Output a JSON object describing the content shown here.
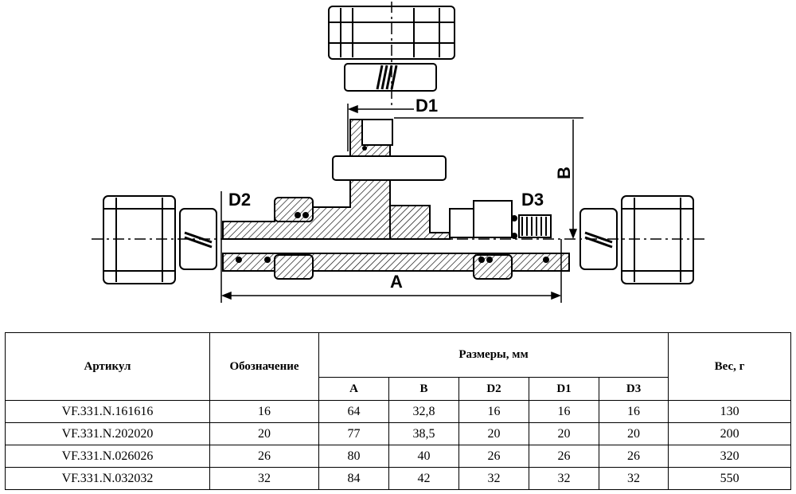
{
  "drawing": {
    "dimension_labels": {
      "a": "A",
      "b": "B",
      "d1": "D1",
      "d2": "D2",
      "d3": "D3"
    }
  },
  "table": {
    "headers": {
      "article": "Артикул",
      "designation": "Обозначение",
      "dimensions": "Размеры, мм",
      "weight": "Вес, г",
      "sub": [
        "A",
        "B",
        "D2",
        "D1",
        "D3"
      ]
    },
    "rows": [
      {
        "article": "VF.331.N.161616",
        "designation": "16",
        "a": "64",
        "b": "32,8",
        "d2": "16",
        "d1": "16",
        "d3": "16",
        "weight": "130"
      },
      {
        "article": "VF.331.N.202020",
        "designation": "20",
        "a": "77",
        "b": "38,5",
        "d2": "20",
        "d1": "20",
        "d3": "20",
        "weight": "200"
      },
      {
        "article": "VF.331.N.026026",
        "designation": "26",
        "a": "80",
        "b": "40",
        "d2": "26",
        "d1": "26",
        "d3": "26",
        "weight": "320"
      },
      {
        "article": "VF.331.N.032032",
        "designation": "32",
        "a": "84",
        "b": "42",
        "d2": "32",
        "d1": "32",
        "d3": "32",
        "weight": "550"
      }
    ]
  }
}
